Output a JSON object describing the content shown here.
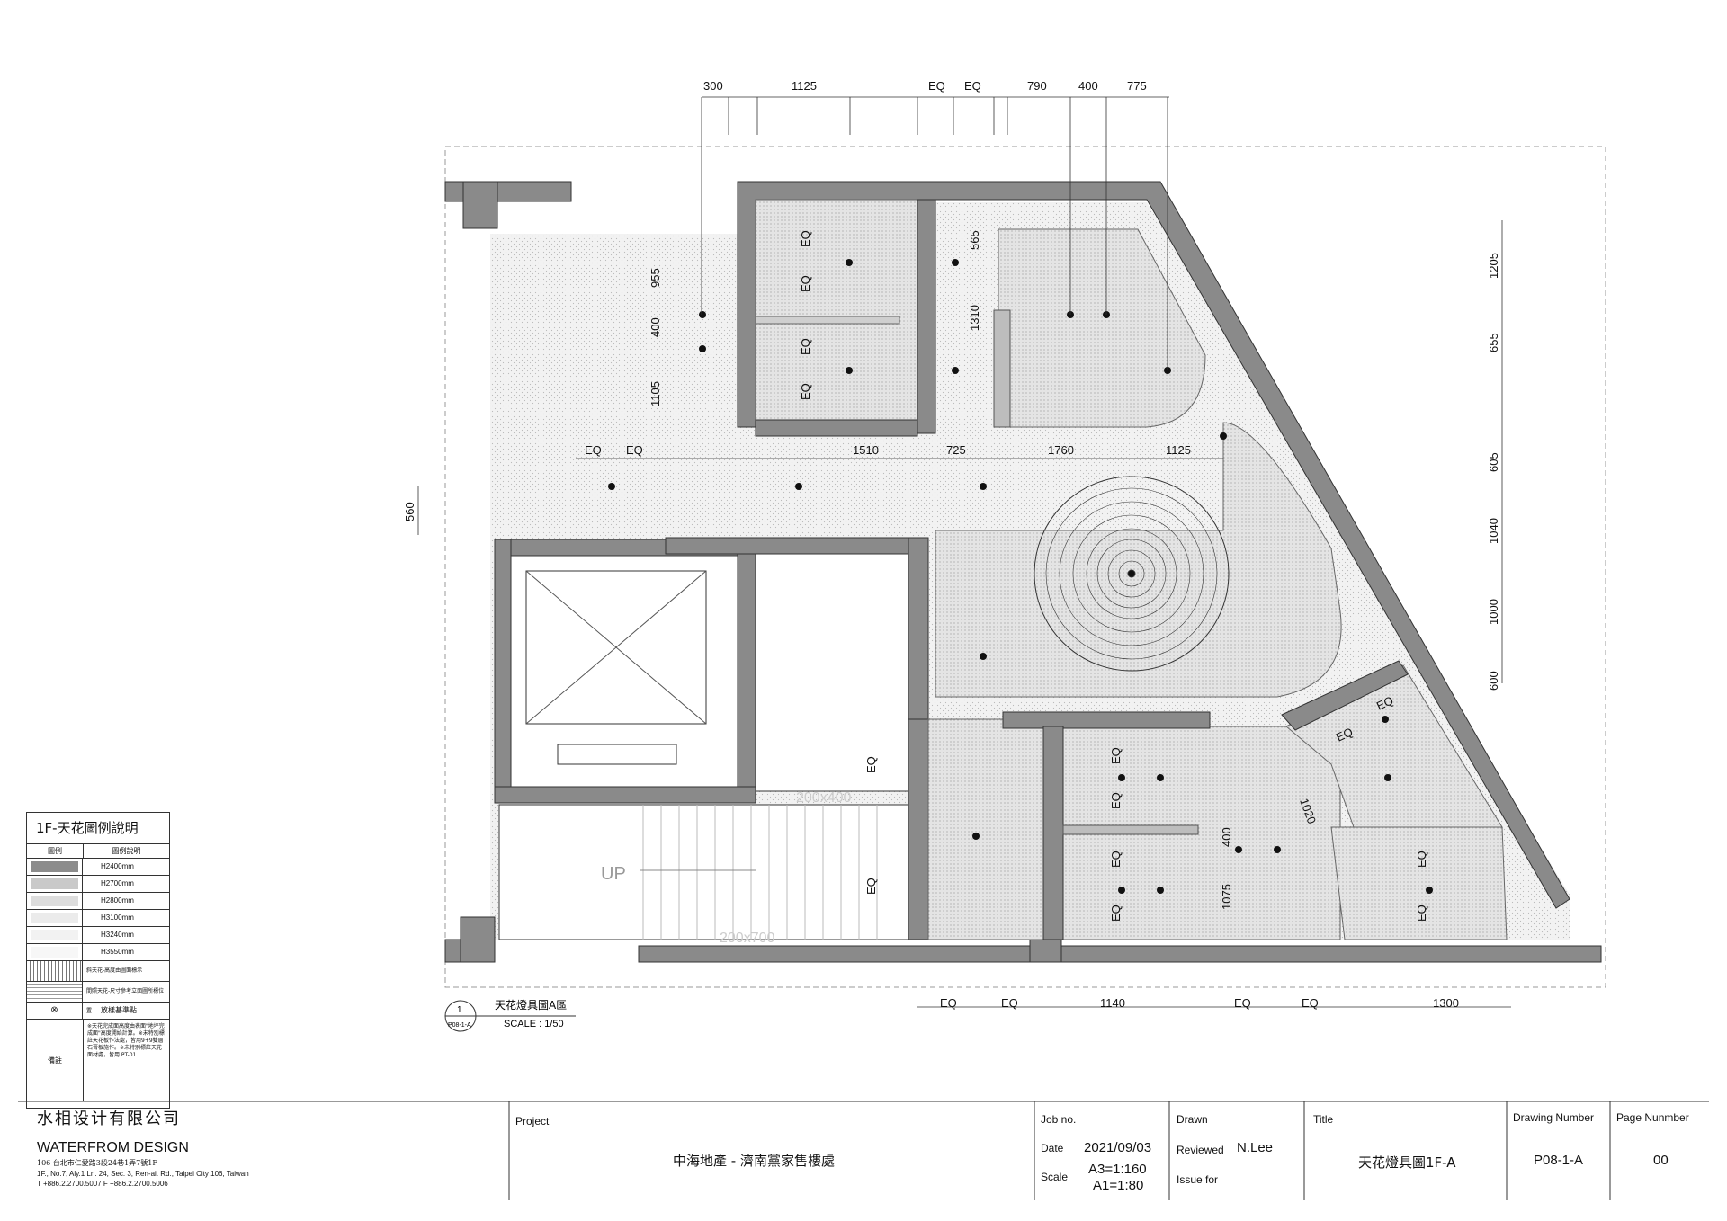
{
  "dimensions_top": [
    "300",
    "1125",
    "EQ",
    "EQ",
    "790",
    "400",
    "775"
  ],
  "dimensions_bottom": [
    "EQ",
    "EQ",
    "1140",
    "EQ",
    "EQ",
    "1300"
  ],
  "dimensions_right": [
    "1205",
    "655",
    "605",
    "1040",
    "1000",
    "600"
  ],
  "dimensions_inner": {
    "d955": "955",
    "d400a": "400",
    "d1105": "1105",
    "d565": "565",
    "d1310": "1310",
    "d560": "560",
    "d1510": "1510",
    "d725": "725",
    "d1760": "1760",
    "d1125b": "1125",
    "eq1": "EQ",
    "eq2": "EQ",
    "d1020": "1020",
    "d400b": "400",
    "d1075": "1075"
  },
  "eq_label": "EQ",
  "up_label": "UP",
  "marks": {
    "m200x400": "200x400",
    "m200x700": "200x700"
  },
  "drawing_ref": {
    "number": "1",
    "sheet": "P08-1-A",
    "title": "天花燈具圖A區",
    "scale": "SCALE : 1/50"
  },
  "legend": {
    "title": "1F-天花圖例說明",
    "col_symbol": "圖例",
    "col_desc": "圖例說明",
    "rows": [
      {
        "label": "H2400mm",
        "color": "#8c8c8c"
      },
      {
        "label": "H2700mm",
        "color": "#c9c9c9"
      },
      {
        "label": "H2800mm",
        "color": "#dddddd"
      },
      {
        "label": "H3100mm",
        "color": "#ebebeb"
      },
      {
        "label": "H3240mm",
        "color": "#f2f2f2"
      },
      {
        "label": "H3550mm",
        "color": "#f7f7f7"
      }
    ],
    "slope_note": "斜天花-高度由圖面標示",
    "indirect_note": "間照天花-尺寸參考立面圖所標位置",
    "point_symbol": "⊗",
    "point_label": "放樣基準點",
    "remarks_label": "備註",
    "remarks": "※天花完成面高度由表面\"地坪完成面\"高度開始計算。※未特別標註天花板作法處，皆用9+9雙層石膏板施作。※未特別標註天花面材處，皆用 PT-01"
  },
  "company": {
    "name_cn": "水相设计有限公司",
    "name_en": "WATERFROM DESIGN",
    "address_cn": "106 台北市仁愛路3段24巷1弄7號1F",
    "address_en": "1F., No.7, Aly.1 Ln. 24, Sec. 3, Ren-ai. Rd., Taipei City 106, Taiwan",
    "phone": "T +886.2.2700.5007  F +886.2.2700.5006"
  },
  "titleblock": {
    "project_label": "Project",
    "project": "中海地產 - 濟南黨家售樓處",
    "job_label": "Job no.",
    "date_label": "Date",
    "date": "2021/09/03",
    "scale_label": "Scale",
    "scale_a3": "A3=1:160",
    "scale_a1": "A1=1:80",
    "drawn_label": "Drawn",
    "reviewed_label": "Reviewed",
    "reviewed": "N.Lee",
    "issue_label": "Issue for",
    "title_label": "Title",
    "title": "天花燈具圖1F-A",
    "drawing_number_label": "Drawing Number",
    "drawing_number": "P08-1-A",
    "page_label": "Page Nunmber",
    "page": "00"
  }
}
